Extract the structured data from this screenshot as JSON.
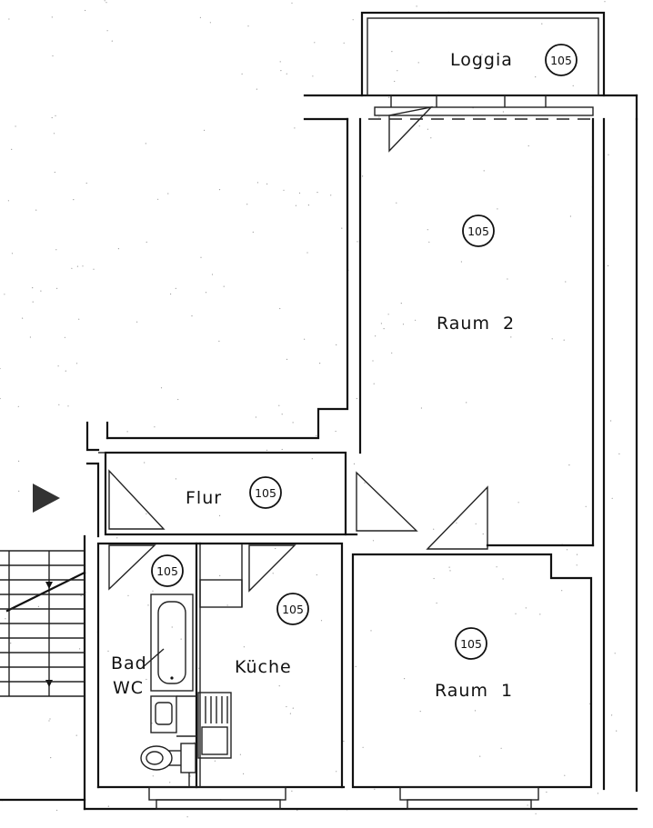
{
  "rooms": {
    "loggia": {
      "name": "Loggia",
      "tag": "105"
    },
    "raum2": {
      "name": "Raum  2",
      "tag": "105"
    },
    "flur": {
      "name": "Flur",
      "tag": "105"
    },
    "bad": {
      "name_line1": "Bad",
      "name_line2": "WC",
      "tag": "105"
    },
    "kueche": {
      "name": "Küche",
      "tag": "105"
    },
    "raum1": {
      "name": "Raum  1",
      "tag": "105"
    }
  },
  "colors": {
    "line": "#111111",
    "background": "#ffffff"
  }
}
